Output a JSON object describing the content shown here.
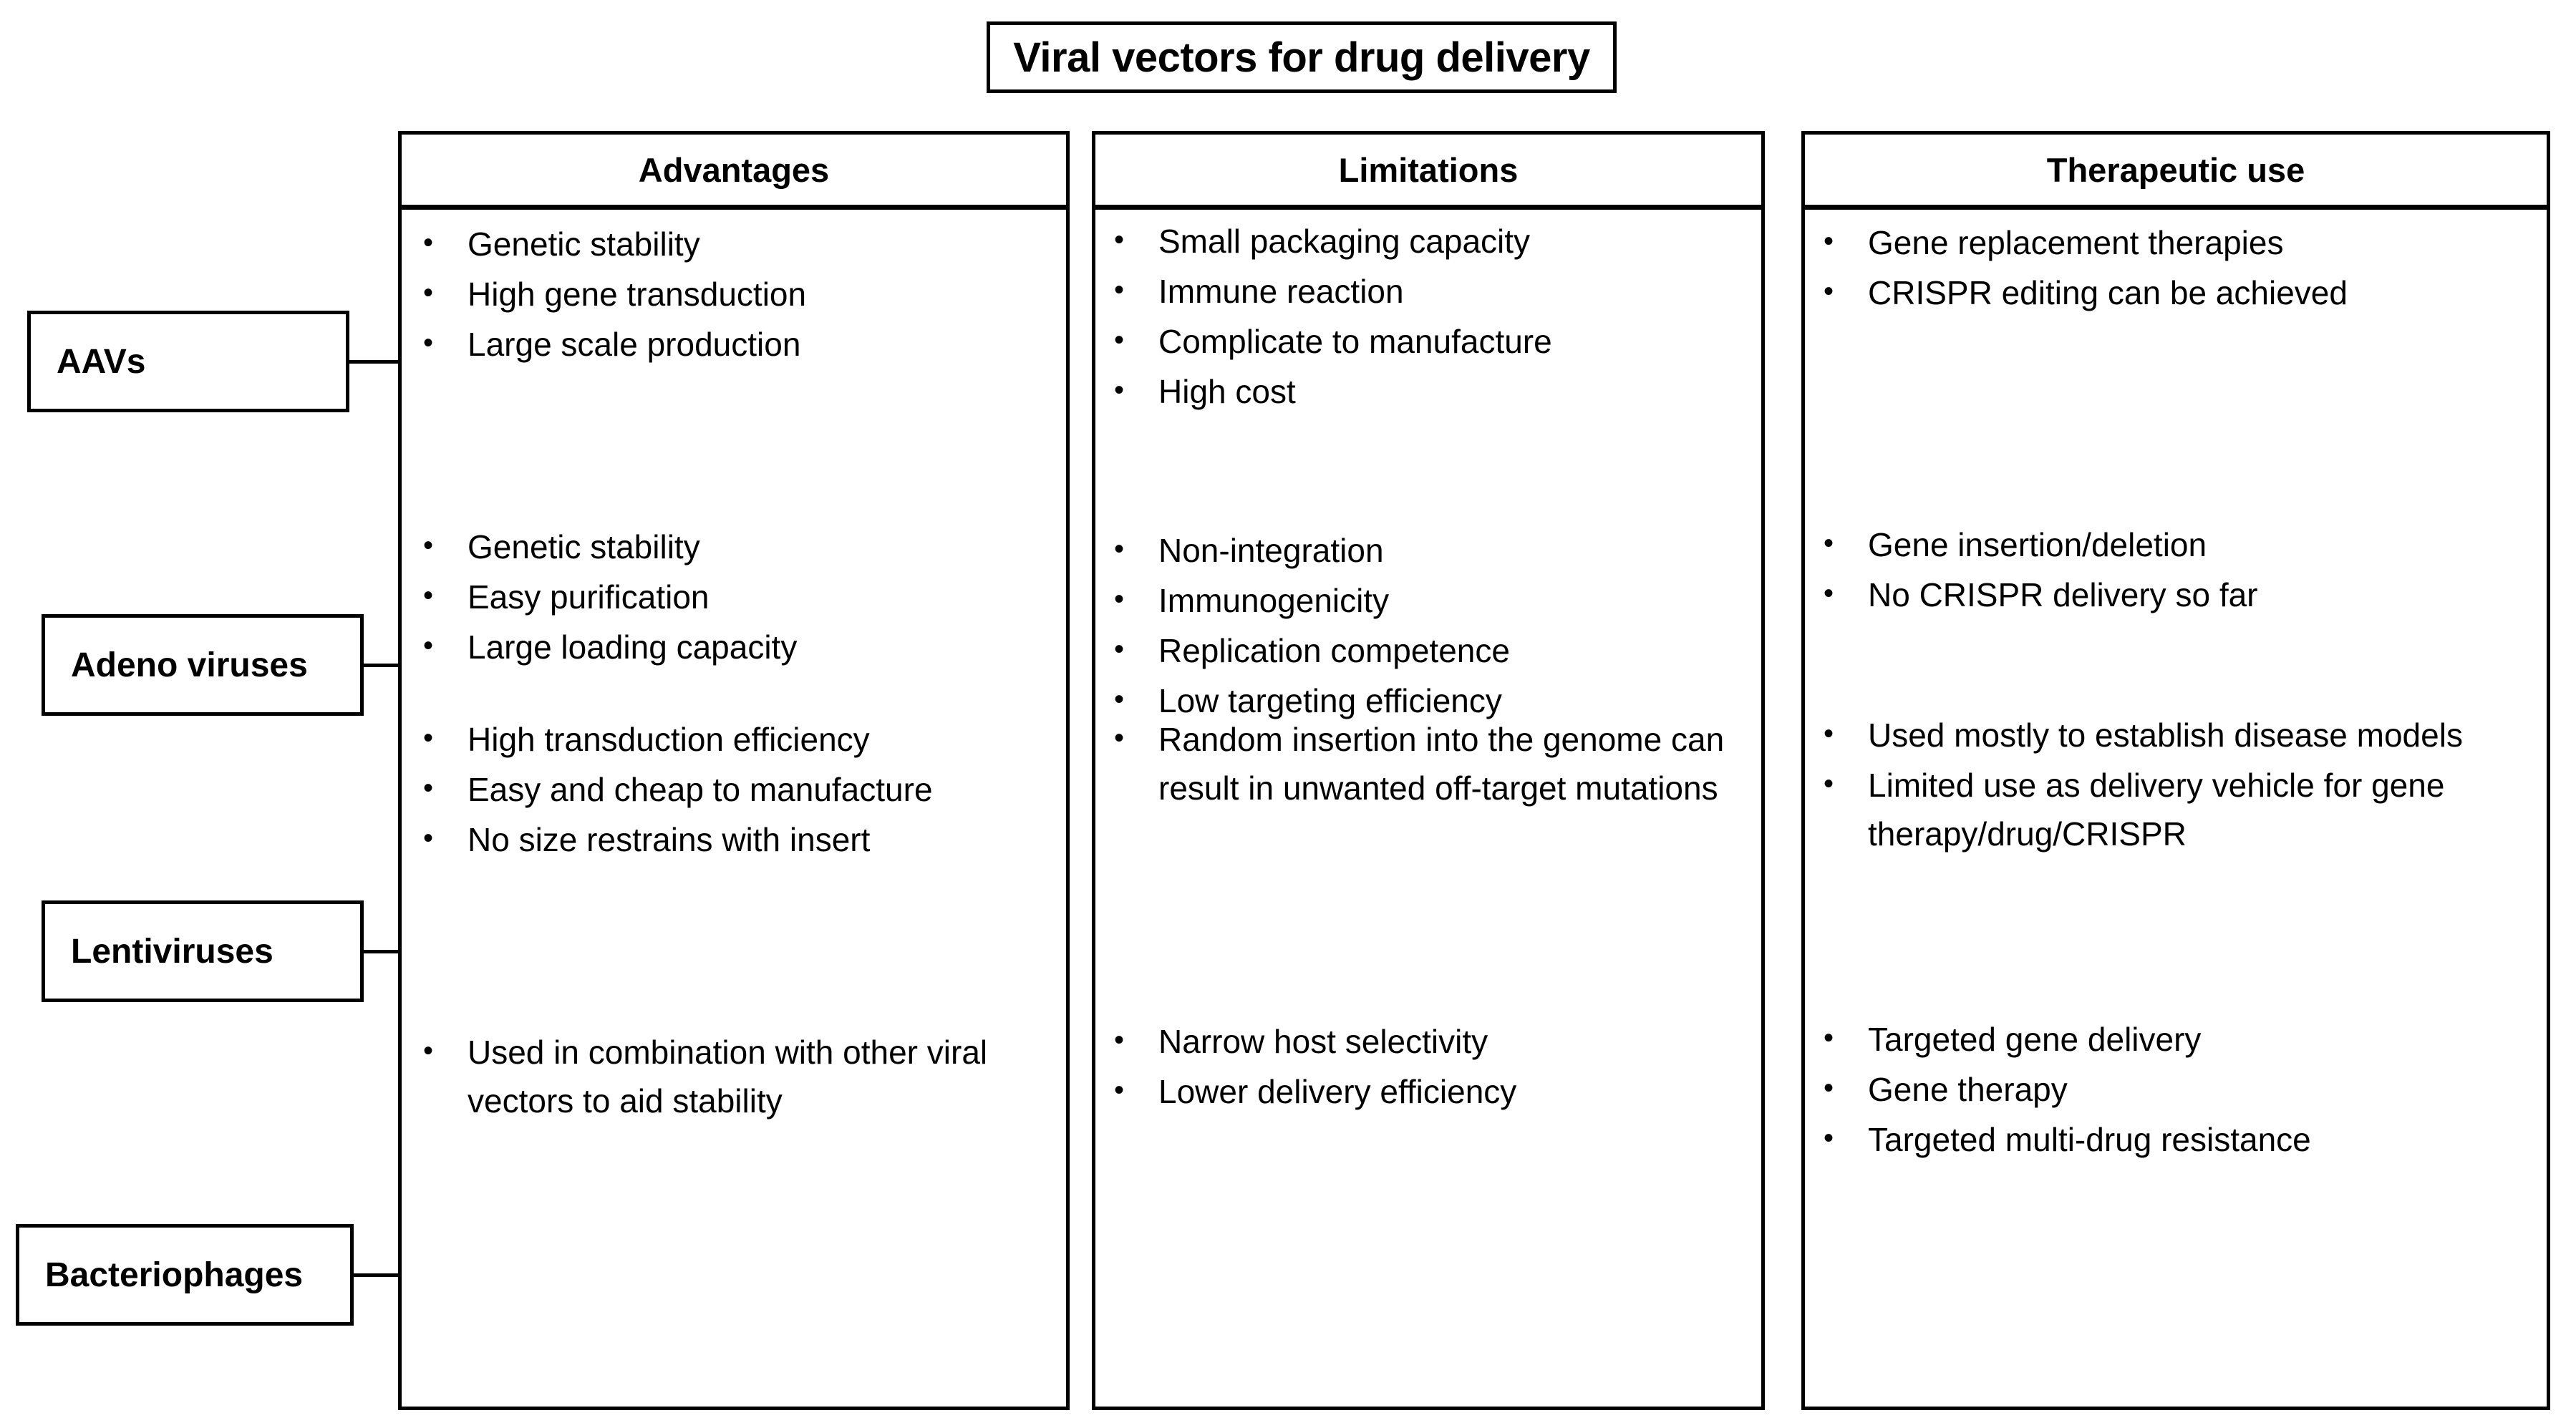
{
  "title": "Viral vectors for drug delivery",
  "columns": [
    {
      "header": "Advantages"
    },
    {
      "header": "Limitations"
    },
    {
      "header": "Therapeutic use"
    }
  ],
  "categories": [
    {
      "label": "AAVs"
    },
    {
      "label": "Adeno viruses"
    },
    {
      "label": "Lentiviruses"
    },
    {
      "label": "Bacteriophages"
    }
  ],
  "bullet_glyph": "•",
  "matrix": {
    "advantages": [
      [
        "Genetic stability",
        "High gene transduction",
        "Large scale production"
      ],
      [
        "Genetic stability",
        "Easy purification",
        "Large loading capacity"
      ],
      [
        "High transduction efficiency",
        "Easy and cheap to manufacture",
        "No size restrains with insert"
      ],
      [
        "Used in combination with other viral vectors to aid stability"
      ]
    ],
    "limitations": [
      [
        "Small packaging capacity",
        "Immune reaction",
        "Complicate to manufacture",
        "High cost"
      ],
      [
        "Non-integration",
        "Immunogenicity",
        "Replication competence",
        "Low targeting efficiency"
      ],
      [
        "Random insertion into the genome can result in unwanted off-target mutations"
      ],
      [
        "Narrow host selectivity",
        "Lower delivery efficiency"
      ]
    ],
    "therapeutic_use": [
      [
        "Gene replacement therapies",
        "CRISPR editing can be achieved"
      ],
      [
        "Gene insertion/deletion",
        "No CRISPR delivery so far"
      ],
      [
        "Used mostly to establish disease models",
        "Limited use as delivery vehicle for gene therapy/drug/CRISPR"
      ],
      [
        "Targeted gene delivery",
        "Gene therapy",
        "Targeted multi-drug resistance"
      ]
    ]
  }
}
